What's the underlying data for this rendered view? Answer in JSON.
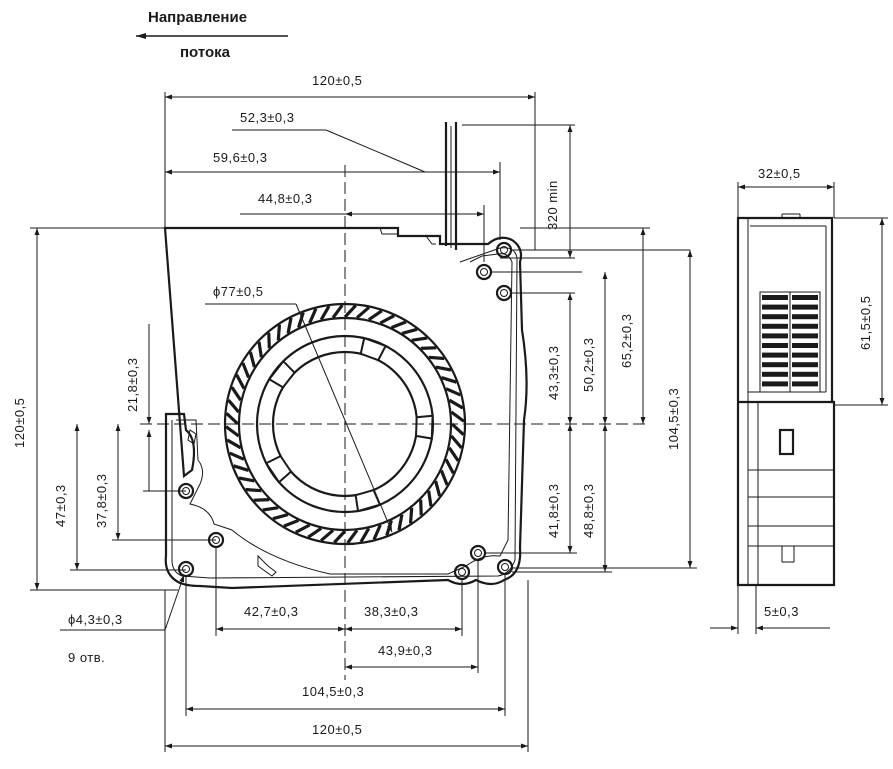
{
  "flow": {
    "line1": "Направление",
    "line2": "потока"
  },
  "dims": {
    "width_top": "120±0,5",
    "d52": "52,3±0,3",
    "d59": "59,6±0,3",
    "d44": "44,8±0,3",
    "diameter": "ϕ77±0,5",
    "lead": "320 min",
    "h120": "120±0,5",
    "d21": "21,8±0,3",
    "d37": "37,8±0,3",
    "d47": "47±0,3",
    "d43": "43,3±0,3",
    "d50": "50,2±0,3",
    "d65": "65,2±0,3",
    "d104v": "104,5±0,3",
    "d41": "41,8±0,3",
    "d48": "48,8±0,3",
    "d42": "42,7±0,3",
    "d38": "38,3±0,3",
    "d43_9": "43,9±0,3",
    "d104h": "104,5±0,3",
    "width_bottom": "120±0,5",
    "hole": "ϕ4,3±0,3",
    "hole_count": "9 отв.",
    "side_width": "32±0,5",
    "side_height": "61,5±0,5",
    "side_flange": "5±0,3"
  }
}
